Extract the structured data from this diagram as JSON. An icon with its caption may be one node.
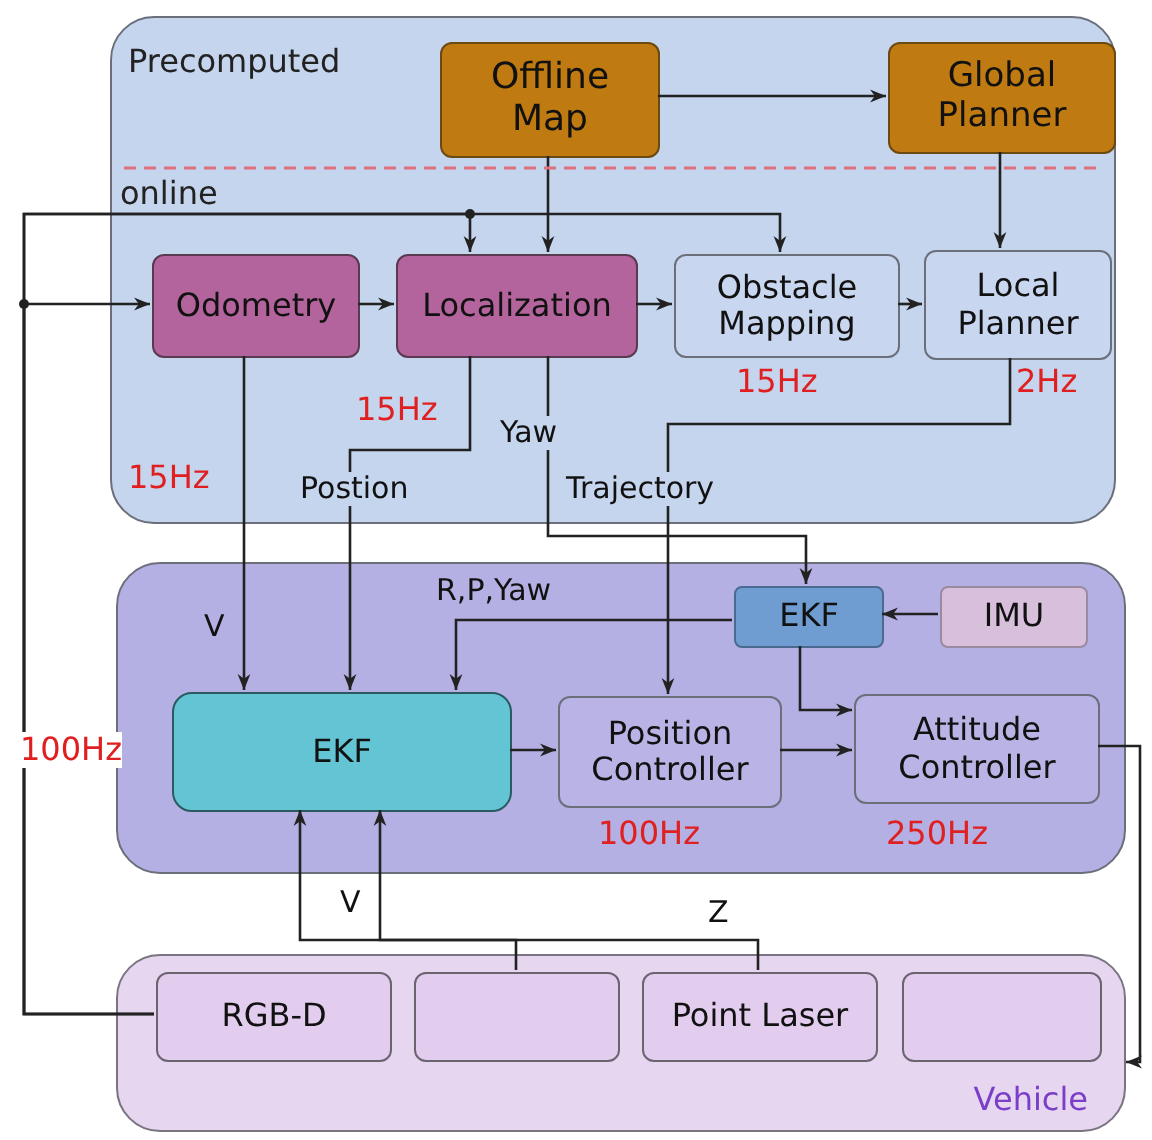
{
  "diagram": {
    "nodes": [
      {
        "text": [
          "Precomputed",
          "online"
        ]
      },
      {
        "text": [
          "Offline Map"
        ],
        "in": 0
      },
      {
        "text": [
          "Global Planner"
        ],
        "in": 0
      },
      {
        "text": [
          "Odometry"
        ],
        "in": 0
      },
      {
        "text": [
          "Localization"
        ],
        "in": 0
      },
      {
        "text": [
          "Obstacle Mapping"
        ],
        "in": 0
      },
      {
        "text": [
          "Local Planner"
        ],
        "in": 0
      },
      {
        "text": [],
        "shape": "box"
      },
      {
        "text": [
          "EKF"
        ],
        "in": 7
      },
      {
        "text": [
          "IMU"
        ],
        "in": 7
      },
      {
        "text": [
          "EKF"
        ],
        "in": 7
      },
      {
        "text": [
          "Position Controller"
        ],
        "in": 7
      },
      {
        "text": [
          "Attitude Controller"
        ],
        "in": 7
      },
      {
        "text": [
          "Vehicle"
        ]
      },
      {
        "text": [
          "RGB-D"
        ],
        "in": 13
      },
      {
        "text": [],
        "shape": "box",
        "in": 13
      },
      {
        "text": [
          "Point Laser"
        ],
        "in": 13
      },
      {
        "text": [],
        "shape": "box",
        "in": 13
      }
    ],
    "edges": [
      {
        "from": 1,
        "to": 2,
        "arrow": "to"
      },
      {
        "from": 1,
        "to": 4,
        "arrow": "to"
      },
      {
        "from": 2,
        "to": 6,
        "arrow": "to"
      },
      {
        "from": 3,
        "to": 4,
        "arrow": "to"
      },
      {
        "from": 4,
        "to": 5,
        "arrow": "to"
      },
      {
        "from": 5,
        "to": 6,
        "arrow": "to"
      },
      {
        "from": 14,
        "to": 3,
        "arrow": "to"
      },
      {
        "from": 14,
        "to": 4,
        "arrow": "to"
      },
      {
        "from": 14,
        "to": 5,
        "arrow": "to"
      },
      {
        "from": 3,
        "to": 10,
        "arrow": "to",
        "label": "V"
      },
      {
        "from": 4,
        "to": 10,
        "arrow": "to",
        "label": "Postion"
      },
      {
        "from": 4,
        "to": 8,
        "arrow": "to",
        "label": "Yaw"
      },
      {
        "from": 6,
        "to": 11,
        "arrow": "to",
        "label": "Trajectory"
      },
      {
        "from": 9,
        "to": 8,
        "arrow": "to"
      },
      {
        "from": 8,
        "to": 10,
        "arrow": "to",
        "label": "R,P,Yaw"
      },
      {
        "from": 8,
        "to": 12,
        "arrow": "to"
      },
      {
        "from": 10,
        "to": 11,
        "arrow": "to"
      },
      {
        "from": 11,
        "to": 12,
        "arrow": "to"
      },
      {
        "from": 12,
        "to": 13,
        "arrow": "to"
      },
      {
        "from": 15,
        "to": 10,
        "arrow": "to",
        "label": "V"
      },
      {
        "from": 16,
        "to": 10,
        "arrow": "to",
        "label": "Z"
      }
    ],
    "labels": [
      "15Hz",
      "15Hz",
      "15Hz",
      "2Hz",
      "100Hz",
      "100Hz",
      "250Hz"
    ]
  }
}
